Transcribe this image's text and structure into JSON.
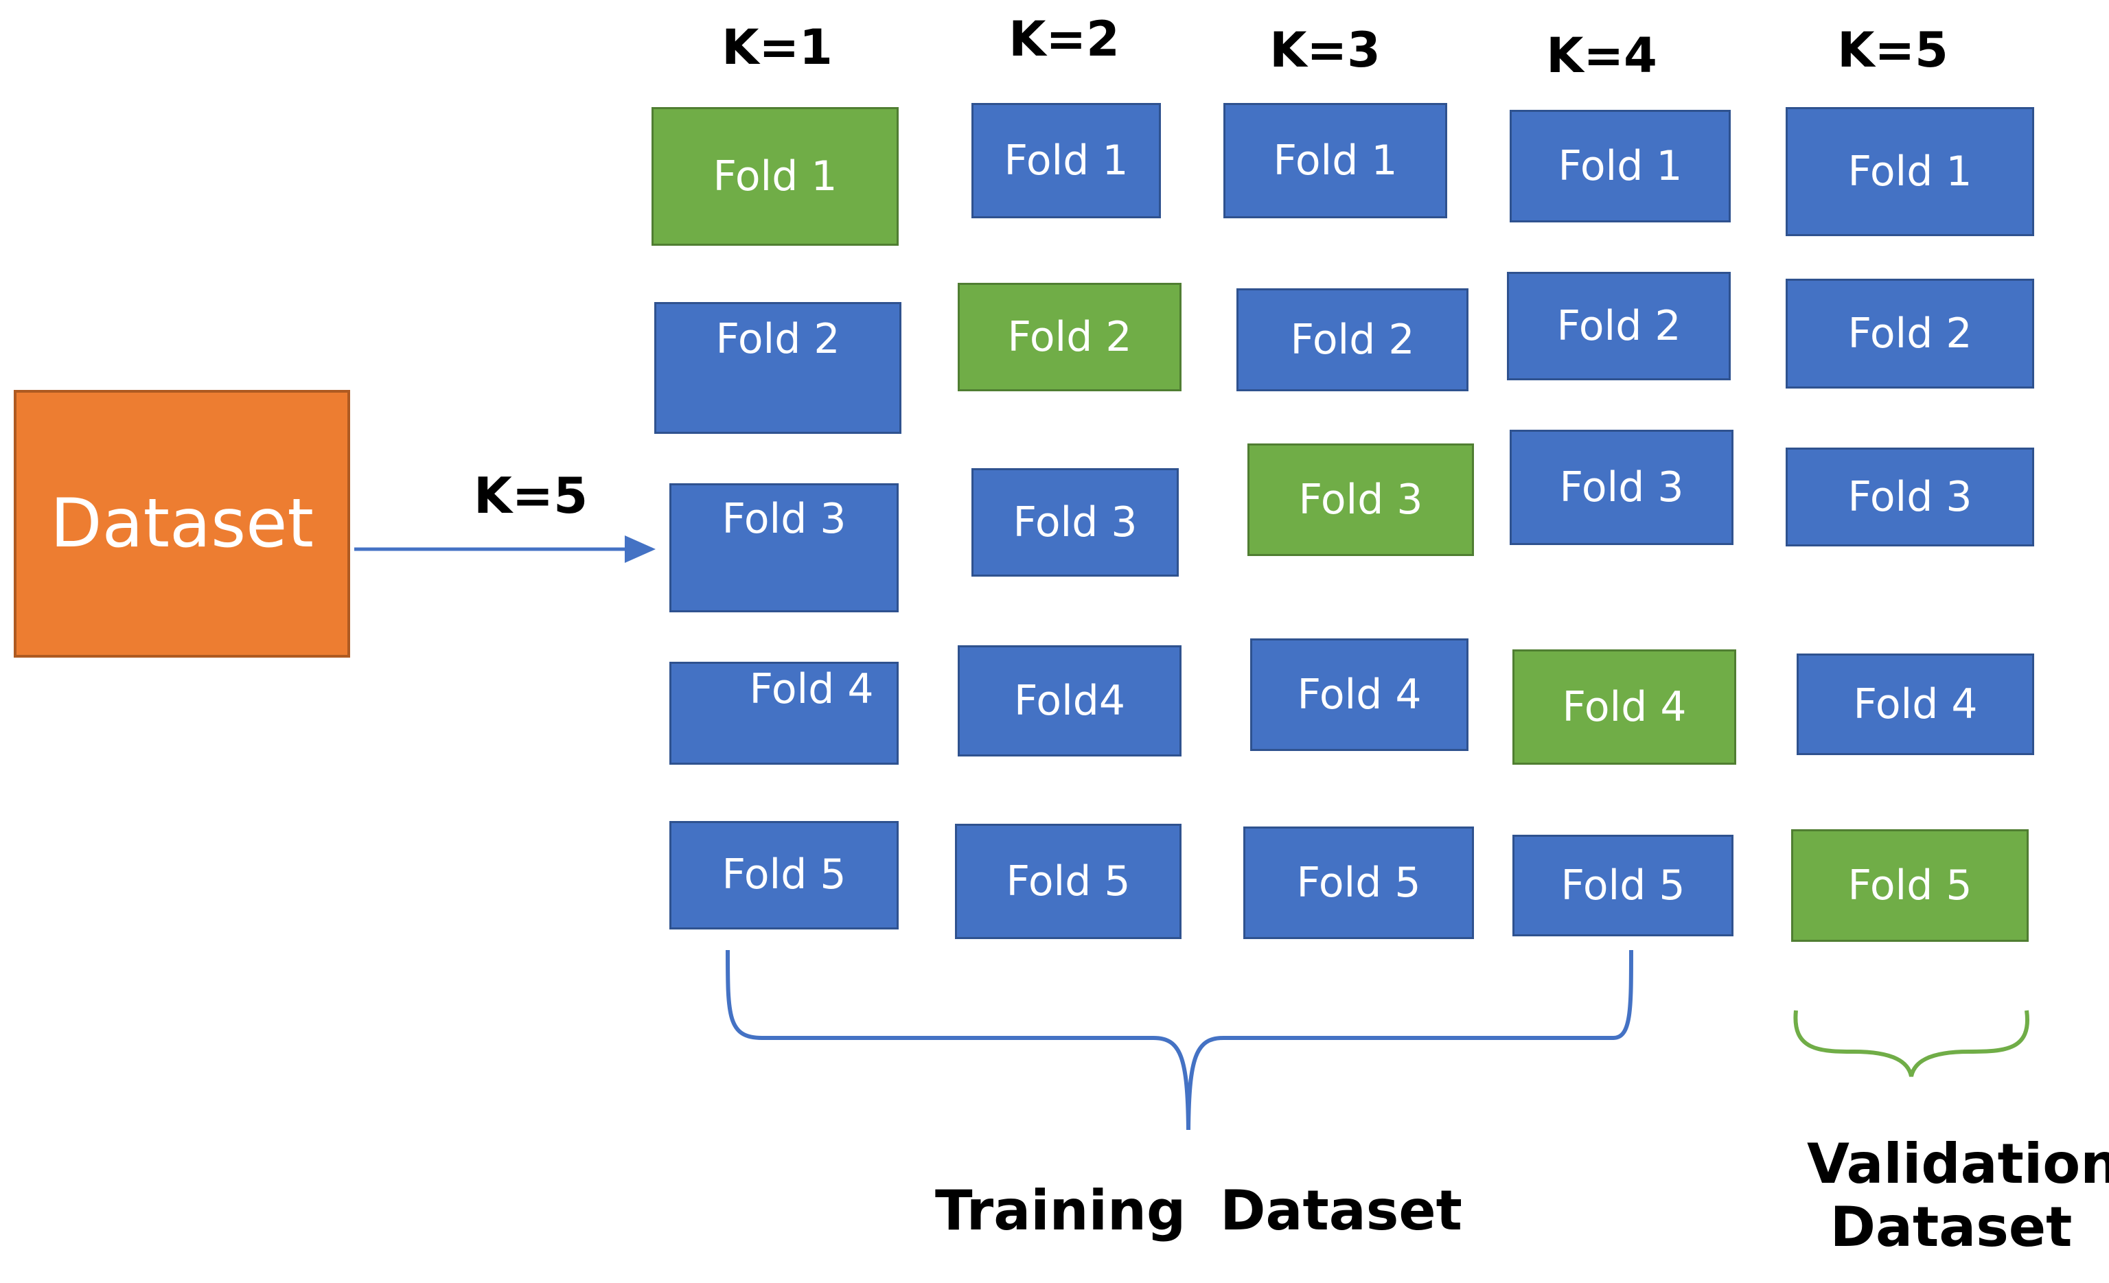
{
  "dataset": {
    "label": "Dataset"
  },
  "arrow": {
    "label": "K=5"
  },
  "columns": [
    {
      "header": "K=1",
      "folds": [
        "Fold 1",
        "Fold 2",
        "Fold 3",
        "Fold 4",
        "Fold 5"
      ],
      "validation_index": 0
    },
    {
      "header": "K=2",
      "folds": [
        "Fold 1",
        "Fold 2",
        "Fold 3",
        "Fold4",
        "Fold 5"
      ],
      "validation_index": 1
    },
    {
      "header": "K=3",
      "folds": [
        "Fold 1",
        "Fold 2",
        "Fold 3",
        "Fold 4",
        "Fold 5"
      ],
      "validation_index": 2
    },
    {
      "header": "K=4",
      "folds": [
        "Fold 1",
        "Fold 2",
        "Fold 3",
        "Fold 4",
        "Fold 5"
      ],
      "validation_index": 3
    },
    {
      "header": "K=5",
      "folds": [
        "Fold 1",
        "Fold 2",
        "Fold 3",
        "Fold 4",
        "Fold 5"
      ],
      "validation_index": 4
    }
  ],
  "training_label": "Training  Dataset",
  "validation_label_line1": "Validation",
  "validation_label_line2": "Dataset",
  "colors": {
    "dataset": "#ed7d31",
    "training_fold": "#4472c4",
    "validation_fold": "#70ad47",
    "arrow": "#4472c4",
    "training_brace": "#4472c4",
    "validation_brace": "#70ad47"
  }
}
